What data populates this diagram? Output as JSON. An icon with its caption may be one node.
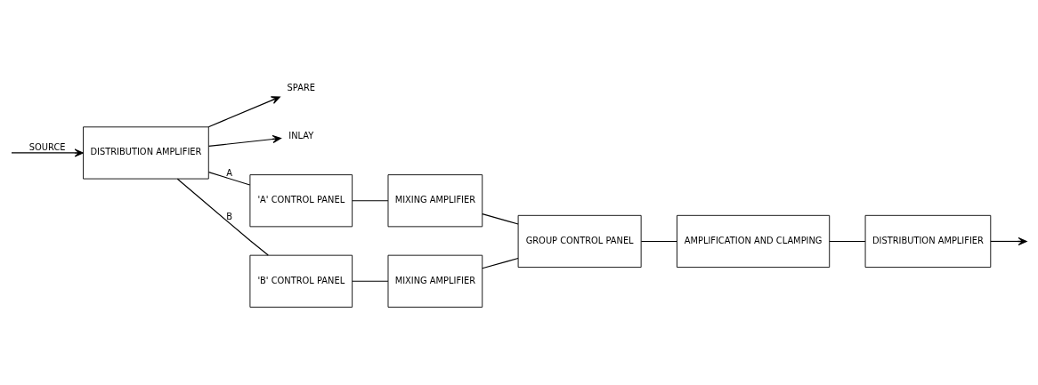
{
  "diagram": {
    "nodes": [
      {
        "text": [
          "DISTRIBUTION AMPLIFIER"
        ]
      },
      {
        "text": [
          "SPARE"
        ]
      },
      {
        "text": [
          "INLAY"
        ]
      },
      {
        "text": [
          "'A' CONTROL PANEL"
        ]
      },
      {
        "text": [
          "MIXING AMPLIFIER"
        ]
      },
      {
        "text": [
          "GROUP CONTROL PANEL"
        ]
      },
      {
        "text": [
          "AMPLIFICATION AND CLAMPING"
        ]
      },
      {
        "text": [
          "DISTRIBUTION AMPLIFIER"
        ]
      },
      {
        "text": [
          "'B' CONTROL PANEL"
        ]
      },
      {
        "text": [
          "MIXING AMPLIFIER"
        ]
      }
    ],
    "edges": [
      {
        "from": null,
        "to": 0,
        "arrow": "to",
        "label": "SOURCE"
      },
      {
        "from": 0,
        "to": 3,
        "arrow": "none",
        "label": "A"
      },
      {
        "from": 0,
        "to": 8,
        "arrow": "none",
        "label": "B"
      },
      {
        "from": 0,
        "to": 1,
        "arrow": "to"
      },
      {
        "from": 0,
        "to": 2,
        "arrow": "to"
      },
      {
        "from": 3,
        "to": 4,
        "arrow": "none"
      },
      {
        "from": 4,
        "to": 5,
        "arrow": "none"
      },
      {
        "from": 9,
        "to": 5,
        "arrow": "none"
      },
      {
        "from": 8,
        "to": 9,
        "arrow": "none"
      },
      {
        "from": 5,
        "to": 6,
        "arrow": "none"
      },
      {
        "from": 6,
        "to": 7,
        "arrow": "none"
      },
      {
        "from": 7,
        "to": null,
        "arrow": "to"
      }
    ]
  }
}
